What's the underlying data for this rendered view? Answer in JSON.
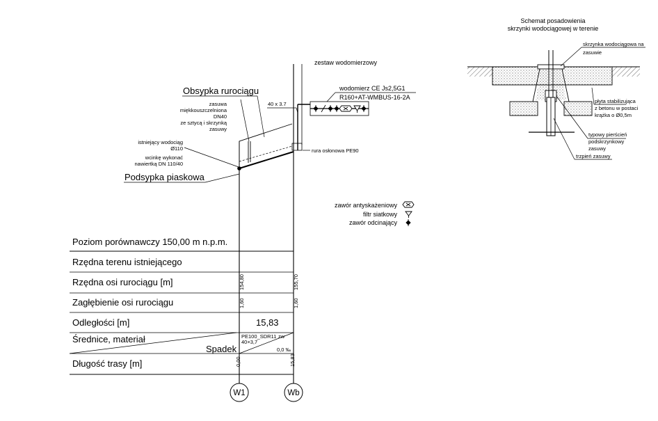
{
  "schema_title": [
    "Schemat posadowienia",
    "skrzynki wodociągowej w terenie"
  ],
  "schema_labels": {
    "box": [
      "skrzynka wodociągowa na",
      "zasuwie"
    ],
    "plate": [
      "płyta stabilizująca",
      "z betonu w postaci",
      "krążka o Ø0,5m"
    ],
    "rings": [
      "typowy pierścień",
      "podskrzynkowy",
      "zasuwy"
    ],
    "stem": "trzpień zasuwy"
  },
  "meter_set": "zestaw wodomierzowy",
  "water_meter": [
    "wodomierz CE Js2,5G1",
    "R160+AT-WMBUS-16-2A"
  ],
  "pipe_dim": "40 x 3.7",
  "casing_pipe": "rura osłonowa PE90",
  "pipe_bedding_top": "Obsypka rurociągu",
  "pipe_bedding_bottom": "Podsypka piaskowa",
  "valve_note": [
    "zasuwa",
    "miękkouszczelniona",
    "DN40",
    "ze sztycą i skrzynką",
    "zasuwy"
  ],
  "existing_main": [
    "istniejący wodociąg",
    "Ø110",
    "wcinkę wykonać",
    "nawiertką DN 110/40"
  ],
  "legend": [
    {
      "label": "zawór antyskażeniowy",
      "icon": "backflow-valve-icon"
    },
    {
      "label": "filtr siatkowy",
      "icon": "mesh-filter-icon"
    },
    {
      "label": "zawór odcinający",
      "icon": "shutoff-valve-icon"
    }
  ],
  "reference_level": "Poziom porównawczy 150,00 m n.p.m.",
  "profile_rows": [
    "Rzędna terenu istniejącego",
    "Rzędna osi rurociągu [m]",
    "Zagłębienie osi rurociągu",
    "Odległości [m]",
    "Średnice, materiał",
    "Długość trasy [m]"
  ],
  "slope_label": "Spadek",
  "values": {
    "axis_w1": "154,80",
    "axis_wb": "155,70",
    "depth_w1": "1,60",
    "depth_wb": "1,60",
    "distance": "15,83",
    "material": "PE100_SDR11",
    "material_suffix": "zw",
    "diameter": "40×3,7",
    "slope": "0,0 ‰",
    "length_w1": "0,00",
    "length_wb": "15,83"
  },
  "nodes": [
    "W1",
    "Wb"
  ]
}
